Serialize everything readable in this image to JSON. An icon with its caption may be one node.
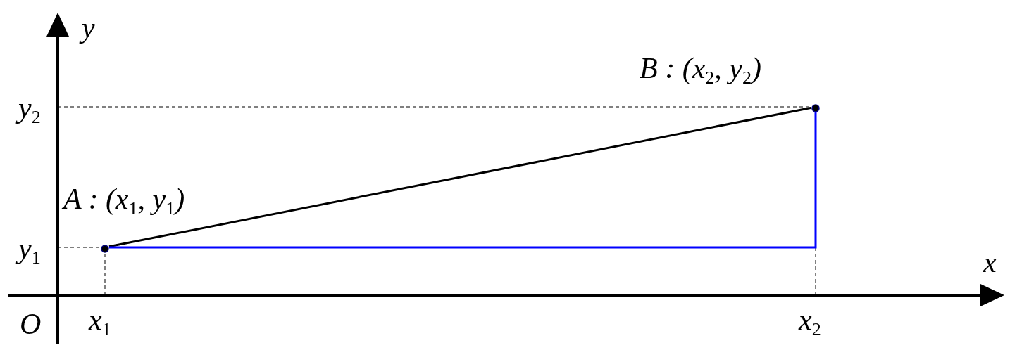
{
  "diagram": {
    "nodes": [
      {
        "text": [],
        "shape": "circle",
        "beside": [
          "A : (x$_{1}$, y$_{1}$)"
        ]
      },
      {
        "text": [],
        "shape": "circle",
        "beside": [
          "B : (x$_{2}$, y$_{2}$)"
        ]
      }
    ],
    "edges": [
      {
        "from": 0,
        "to": 1,
        "arrow": "none"
      },
      {
        "from": 0,
        "to": 1,
        "arrow": "none",
        "color": "#0000ff"
      }
    ],
    "labels": [
      "y",
      "y$_{2}$",
      "y$_{1}$",
      "x",
      "O",
      "x$_{1}$",
      "x$_{2}$"
    ]
  }
}
